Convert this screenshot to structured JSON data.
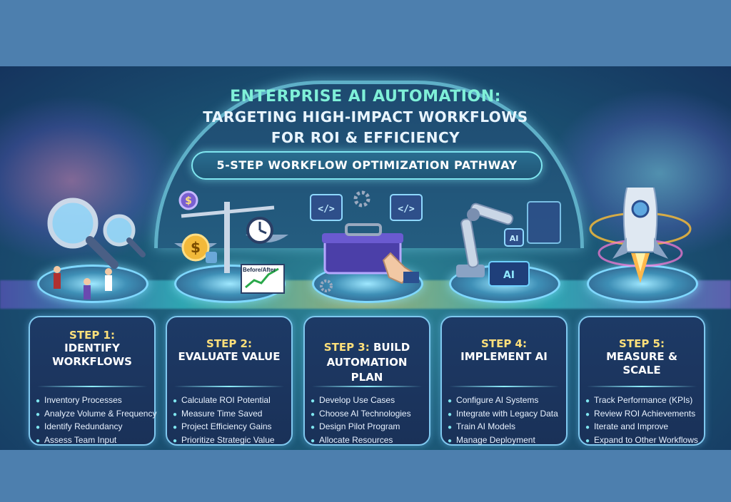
{
  "title": {
    "line1": "Enterprise AI Automation:",
    "line2": "Targeting High-Impact Workflows",
    "line3": "for ROI & Efficiency"
  },
  "subtitle": "5-Step Workflow Optimization Pathway",
  "illustration_labels": {
    "before_after": "Before/After",
    "ai_chip": "AI",
    "ai_badge": "AI"
  },
  "steps": [
    {
      "label": "Step 1:",
      "title": "Identify Workflows",
      "items": [
        "Inventory Processes",
        "Analyze Volume & Frequency",
        "Identify Redundancy",
        "Assess Team Input"
      ]
    },
    {
      "label": "Step 2:",
      "title": "Evaluate Value",
      "items": [
        "Calculate ROI Potential",
        "Measure Time Saved",
        "Project Efficiency Gains",
        "Prioritize Strategic Value"
      ]
    },
    {
      "label": "Step 3:",
      "title": "Build Automation Plan",
      "items": [
        "Develop Use Cases",
        "Choose AI Technologies",
        "Design Pilot Program",
        "Allocate Resources"
      ]
    },
    {
      "label": "Step 4:",
      "title": "Implement AI",
      "items": [
        "Configure AI Systems",
        "Integrate with Legacy Data",
        "Train AI Models",
        "Manage Deployment"
      ]
    },
    {
      "label": "Step 5:",
      "title": "Measure & Scale",
      "items": [
        "Track Performance (KPIs)",
        "Review ROI Achievements",
        "Iterate and Improve",
        "Expand to Other Workflows"
      ]
    }
  ],
  "colors": {
    "accent_teal": "#7ff0d8",
    "step_label_yellow": "#ffe07a",
    "card_bg": "#1d3a66",
    "frame_bg": "#4d7fae"
  }
}
